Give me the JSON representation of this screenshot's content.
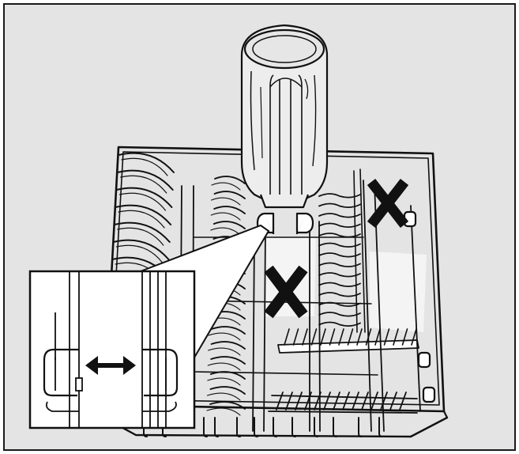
{
  "figure": {
    "background": "#e4e4e4",
    "frame_color": "#1a1a1a",
    "line_color": "#111111",
    "wire_fill": "#ffffff",
    "mark_color": "#111111",
    "shadow_color": "#f4f4f4"
  },
  "parts": {
    "basket": "dishwasher-upper-basket",
    "bottle": "glass-bottle",
    "inset": "detail-inset",
    "adjust": "adjust-arrow",
    "wrong": "cross-mark"
  }
}
